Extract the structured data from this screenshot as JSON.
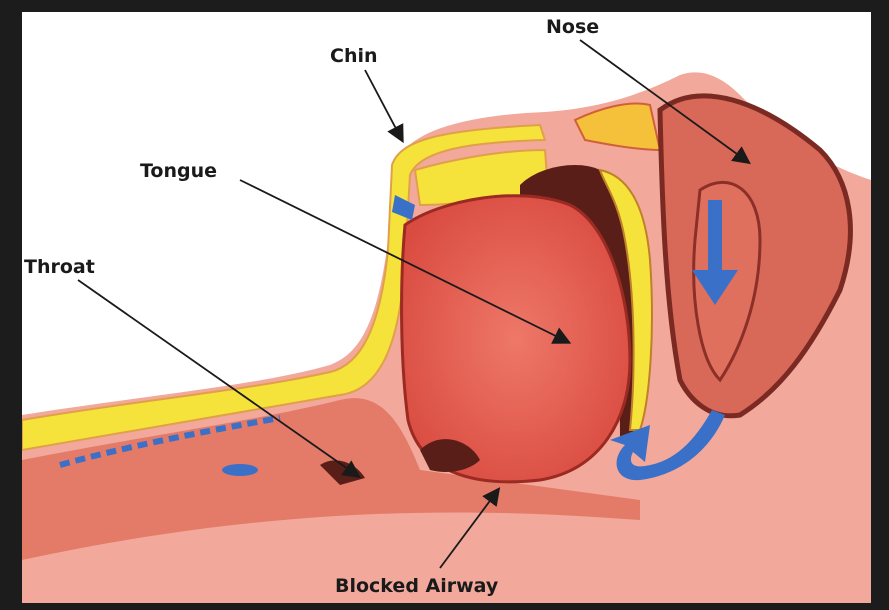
{
  "labels": {
    "nose": "Nose",
    "chin": "Chin",
    "tongue": "Tongue",
    "throat": "Throat",
    "blocked_airway": "Blocked Airway"
  },
  "colors": {
    "frame": "#1c1c1c",
    "background": "#ffffff",
    "skin": "#f2a89a",
    "tissue": "#e06a58",
    "tongue": "#e55a4e",
    "dark_cavity": "#5a1e18",
    "bone": "#f5e23a",
    "airflow_arrow": "#3a70c8"
  }
}
